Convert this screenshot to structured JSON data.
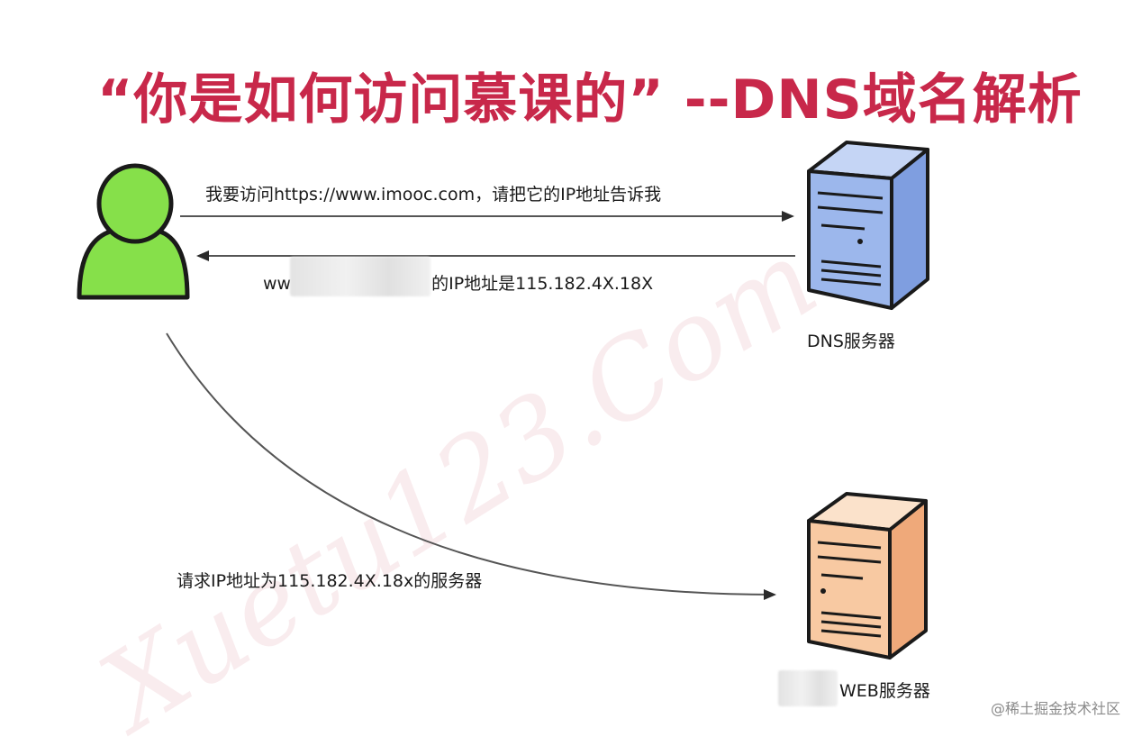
{
  "title": "“你是如何访问慕课的” --DNS域名解析",
  "arrows": {
    "request_label": "我要访问https://www.imooc.com，请把它的IP地址告诉我",
    "response_prefix": "ww",
    "response_suffix": "的IP地址是115.182.4X.18X",
    "web_request_label": "请求IP地址为115.182.4X.18x的服务器"
  },
  "nodes": {
    "dns_label": "DNS服务器",
    "web_label": "WEB服务器"
  },
  "footer": "@稀土掘金技术社区",
  "colors": {
    "title": "#c8284a",
    "user_fill": "#86e04a",
    "dns_fill": "#9cb7ec",
    "web_fill": "#f8c9a2"
  }
}
